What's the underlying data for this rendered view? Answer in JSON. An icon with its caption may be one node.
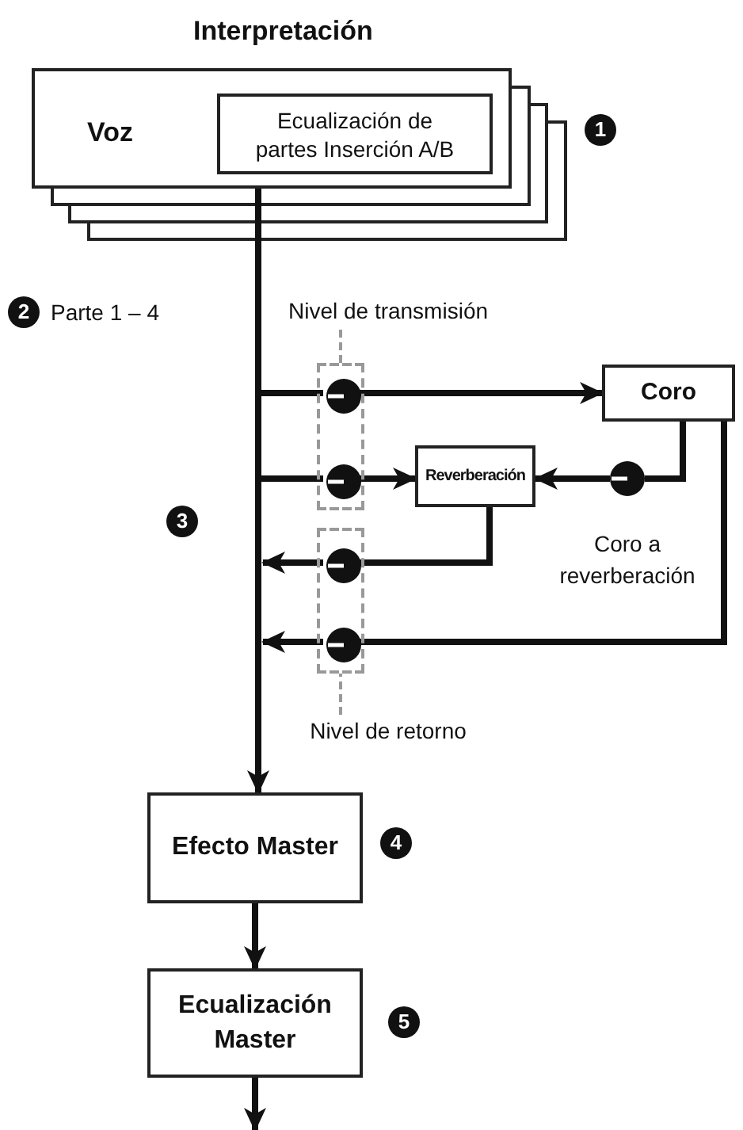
{
  "diagram": {
    "nodes": [
      {
        "text": [
          "Interpretación",
          "Voz"
        ]
      },
      {
        "text": [
          "Ecualización de partes Inserción A/B"
        ],
        "in": 0
      },
      {
        "text": [
          "Nivel de transmisión"
        ]
      },
      {
        "text": [],
        "shape": "box"
      },
      {
        "text": [],
        "shape": "circle",
        "in": 3
      },
      {
        "text": [
          "Coro"
        ]
      },
      {
        "text": [],
        "shape": "circle",
        "in": 3
      },
      {
        "text": [
          "Reverberación"
        ]
      },
      {
        "text": [],
        "shape": "circle"
      },
      {
        "text": [],
        "shape": "box"
      },
      {
        "text": [],
        "shape": "circle",
        "in": 9
      },
      {
        "text": [],
        "shape": "circle",
        "in": 9
      },
      {
        "text": [
          "Nivel de retorno"
        ]
      },
      {
        "text": [
          "Efecto Master"
        ]
      },
      {
        "text": [
          "Ecualización Master"
        ]
      }
    ],
    "edges": [
      {
        "from": 1,
        "to": 13,
        "arrow": "to"
      },
      {
        "from": 1,
        "to": 4,
        "arrow": "none"
      },
      {
        "from": 4,
        "to": 5,
        "arrow": "to"
      },
      {
        "from": 1,
        "to": 6,
        "arrow": "none"
      },
      {
        "from": 6,
        "to": 7,
        "arrow": "to"
      },
      {
        "from": 5,
        "to": 8,
        "arrow": "none"
      },
      {
        "from": 8,
        "to": 7,
        "arrow": "to"
      },
      {
        "from": 7,
        "to": 10,
        "arrow": "none"
      },
      {
        "from": 10,
        "to": null,
        "arrow": "to"
      },
      {
        "from": 5,
        "to": 11,
        "arrow": "none"
      },
      {
        "from": 11,
        "to": null,
        "arrow": "to"
      },
      {
        "from": 2,
        "to": 3,
        "arrow": "none",
        "style": "dashed",
        "color": "#999999"
      },
      {
        "from": 12,
        "to": 9,
        "arrow": "none",
        "style": "dashed",
        "color": "#999999"
      },
      {
        "from": 13,
        "to": 14,
        "arrow": "to"
      },
      {
        "from": 14,
        "to": null,
        "arrow": "to"
      }
    ],
    "labels": [
      "1",
      "2",
      "Parte 1 – 4",
      "3",
      "Coro a reverberación",
      "4",
      "5"
    ]
  }
}
